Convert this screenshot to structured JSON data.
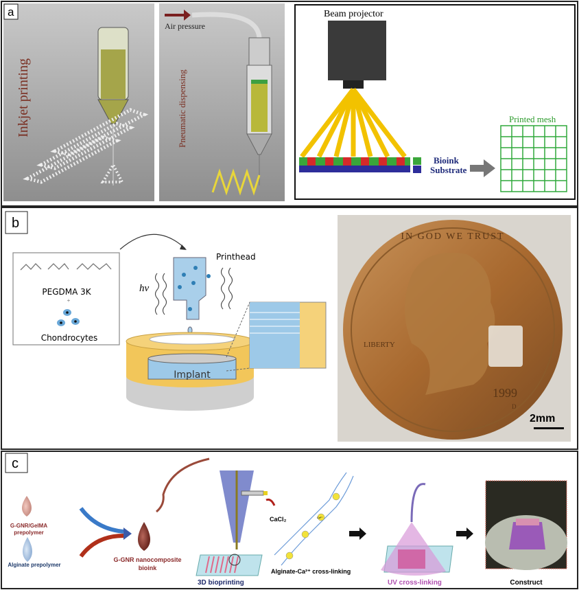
{
  "panel_a": {
    "label": "a",
    "inkjet": {
      "title": "Inkjet printing"
    },
    "pneumatic": {
      "title": "Pneumatic dispensing",
      "air_pressure": "Air pressure"
    },
    "projection": {
      "beam_projector": "Beam projector",
      "bioink": "Bioink",
      "substrate": "Substrate",
      "printed_mesh": "Printed mesh"
    }
  },
  "panel_b": {
    "label": "b",
    "pegdma": "PEGDMA 3K",
    "plus": "+",
    "chondrocytes": "Chondrocytes",
    "hv": "hν",
    "printhead": "Printhead",
    "implant": "Implant",
    "scale_bar": "2mm",
    "coin": {
      "top_text": "IN GOD WE TRUST",
      "liberty": "LIBERTY",
      "year": "1999",
      "mint": "D"
    }
  },
  "panel_c": {
    "label": "c",
    "gnr_gelma": "G-GNR/GelMA",
    "gnr_gelma_2": "prepolymer",
    "alginate": "Alginate prepolymer",
    "bioink_1": "G-GNR nanocomposite",
    "bioink_2": "bioink",
    "cacl2": "CaCl₂",
    "ca": "Ca²⁺",
    "bioprinting": "3D bioprinting",
    "alginate_crosslink": "Alginate-Ca²⁺ cross-linking",
    "uv": "UV cross-linking",
    "construct": "Construct"
  }
}
